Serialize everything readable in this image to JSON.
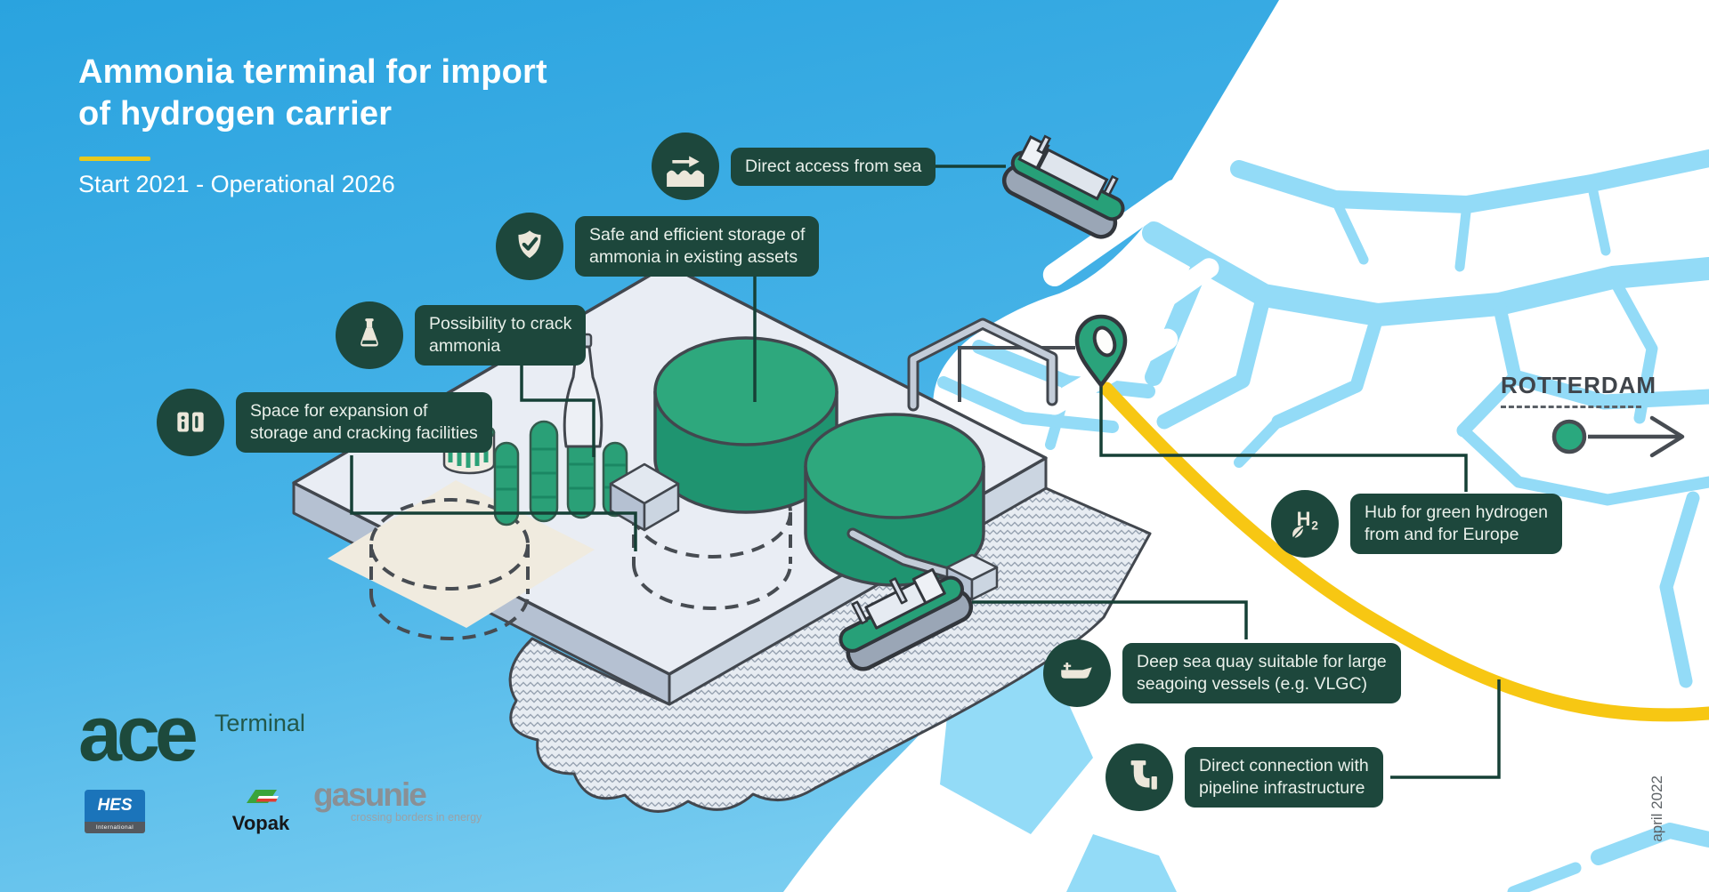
{
  "colors": {
    "badge_green": "#1d473c",
    "accent_yellow": "#f7c713",
    "tank_green": "#2ca37c",
    "channel_blue": "#93dbf7",
    "pin_green": "#2aa37b",
    "ink": "#42474e"
  },
  "header": {
    "title_line1": "Ammonia terminal for import",
    "title_line2": "of hydrogen carrier",
    "subtitle": "Start 2021 - Operational 2026"
  },
  "callouts": [
    {
      "id": "sea-access",
      "icon": "waves-arrow",
      "lines": [
        "Direct access from sea"
      ]
    },
    {
      "id": "safe-storage",
      "icon": "shield-check",
      "lines": [
        "Safe and efficient storage of",
        "ammonia in existing assets"
      ]
    },
    {
      "id": "crack-ammonia",
      "icon": "flask",
      "lines": [
        "Possibility to crack",
        "ammonia"
      ]
    },
    {
      "id": "expansion-space",
      "icon": "storage-tanks",
      "lines": [
        "Space for expansion of",
        "storage and cracking facilities"
      ]
    },
    {
      "id": "hydrogen-hub",
      "icon": "h2-leaf",
      "lines": [
        "Hub for green hydrogen",
        "from and for Europe"
      ]
    },
    {
      "id": "deep-sea-quay",
      "icon": "ship",
      "lines": [
        "Deep sea quay suitable for large",
        "seagoing vessels (e.g. VLGC)"
      ]
    },
    {
      "id": "pipeline-connection",
      "icon": "pipe-elbow",
      "lines": [
        "Direct connection with",
        "pipeline infrastructure"
      ]
    }
  ],
  "map": {
    "city_label": "ROTTERDAM",
    "date_note": "april 2022"
  },
  "branding": {
    "logo_text": "ace",
    "logo_suffix": "Terminal",
    "partners": [
      {
        "name": "HES",
        "sub": "International"
      },
      {
        "name": "Vopak"
      },
      {
        "name": "gasunie",
        "tagline": "crossing borders in energy"
      }
    ]
  }
}
